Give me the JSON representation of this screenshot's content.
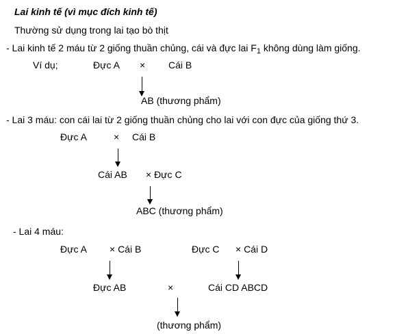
{
  "title": "Lai kinh tế (vì mục đích kinh tế)",
  "intro": "Thường sử dụng trong lai tạo bò thịt",
  "section1": {
    "text_before_sub": "-  Lai kinh tế 2 máu từ 2 giống thuần chủng,  cái và đực lai F",
    "subscript": "1",
    "text_after_sub": " không dùng làm giống.",
    "example_label": "Ví dụ;",
    "parent_male": "Đực A",
    "cross": "×",
    "parent_female": "Cái B",
    "result": "AB (thương phẩm)"
  },
  "section2": {
    "text": "-  Lai 3 máu: con cái lai từ 2 giống thuần chủng cho lai với con đực của giống thứ 3.",
    "male_a": "Đực  A",
    "cross1": "×",
    "female_b": "Cái B",
    "female_ab": "Cái AB",
    "cross2": "× Đực C",
    "result": "ABC (thương phẩm)"
  },
  "section3": {
    "text": "- Lai 4 máu:",
    "male_a": "Đực A",
    "cross1": "× Cái B",
    "male_c": "Đực C",
    "cross2": "× Cái D",
    "male_ab": "Đực AB",
    "cross3": "×",
    "female_cd": "Cái CD ABCD",
    "result": "(thương phẩm)"
  }
}
